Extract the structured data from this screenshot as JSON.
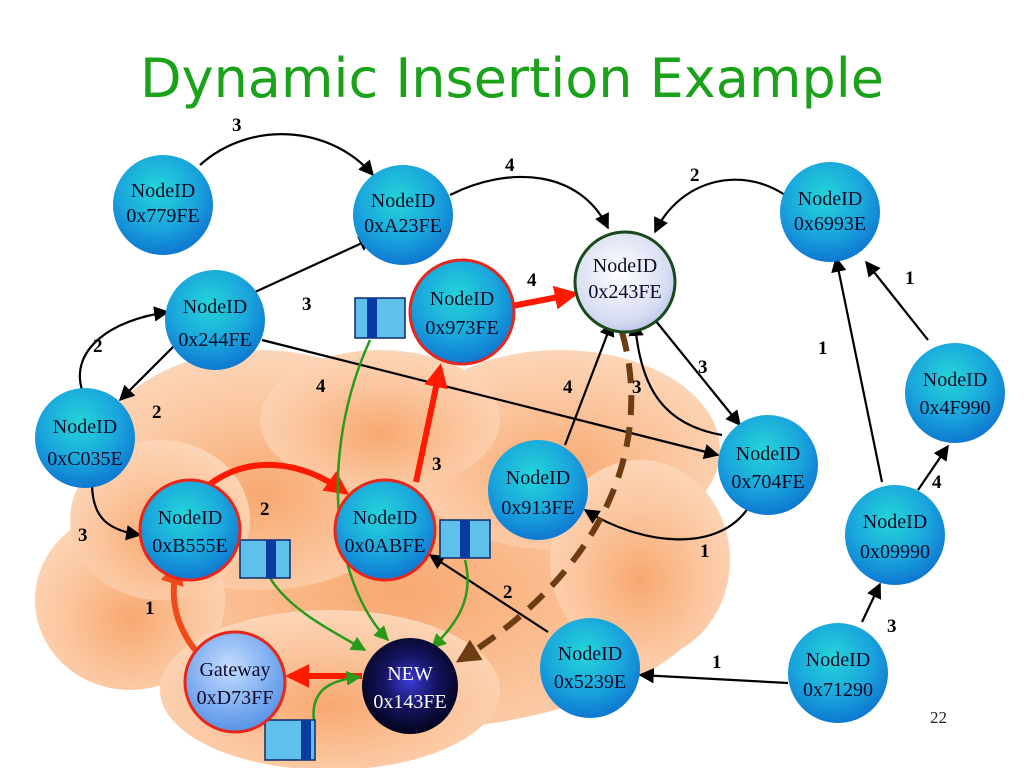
{
  "title": "Dynamic Insertion Example",
  "page_number": "22",
  "colors": {
    "node_fill": "#1ea7dc",
    "new_node_fill": "#10103a",
    "target_node_fill": "#dfe4f6",
    "red_border": "#e8261b",
    "black_arrow": "#000000",
    "red_arrow": "#ff1a00",
    "green_arrow": "#2a9a1a",
    "brown_dashed_arrow": "#6e3c12",
    "cloud": "#fbc9a1",
    "title": "#1aa21a"
  },
  "nodes": [
    {
      "id": "n779",
      "line1": "NodeID",
      "line2": "0x779FE",
      "style": "blue"
    },
    {
      "id": "nA23",
      "line1": "NodeID",
      "line2": "0xA23FE",
      "style": "blue"
    },
    {
      "id": "n243",
      "line1": "NodeID",
      "line2": "0x243FE",
      "style": "target"
    },
    {
      "id": "n6993",
      "line1": "NodeID",
      "line2": "0x6993E",
      "style": "blue"
    },
    {
      "id": "n244",
      "line1": "NodeID",
      "line2": "0x244FE",
      "style": "blue"
    },
    {
      "id": "n973",
      "line1": "NodeID",
      "line2": "0x973FE",
      "style": "blue-red"
    },
    {
      "id": "nC035",
      "line1": "NodeID",
      "line2": "0xC035E",
      "style": "blue"
    },
    {
      "id": "n4F990",
      "line1": "NodeID",
      "line2": "0x4F990",
      "style": "blue"
    },
    {
      "id": "n704",
      "line1": "NodeID",
      "line2": "0x704FE",
      "style": "blue"
    },
    {
      "id": "n913",
      "line1": "NodeID",
      "line2": "0x913FE",
      "style": "blue"
    },
    {
      "id": "nB555",
      "line1": "NodeID",
      "line2": "0xB555E",
      "style": "blue-red"
    },
    {
      "id": "n0ABF",
      "line1": "NodeID",
      "line2": "0x0ABFE",
      "style": "blue-red"
    },
    {
      "id": "n09990",
      "line1": "NodeID",
      "line2": "0x09990",
      "style": "blue"
    },
    {
      "id": "nGW",
      "line1": "Gateway",
      "line2": "0xD73FF",
      "style": "gateway"
    },
    {
      "id": "nNEW",
      "line1": "NEW",
      "line2": "0x143FE",
      "style": "new"
    },
    {
      "id": "n5239",
      "line1": "NodeID",
      "line2": "0x5239E",
      "style": "blue"
    },
    {
      "id": "n71290",
      "line1": "NodeID",
      "line2": "0x71290",
      "style": "blue"
    }
  ],
  "edges": [
    {
      "from": "n779",
      "to": "nA23",
      "kind": "black"
    },
    {
      "from": "nA23",
      "to": "n243",
      "kind": "black"
    },
    {
      "from": "n6993",
      "to": "n243",
      "kind": "black"
    },
    {
      "from": "n244",
      "to": "nA23",
      "kind": "black"
    },
    {
      "from": "nC035",
      "to": "n244",
      "kind": "black"
    },
    {
      "from": "n244",
      "to": "nC035",
      "kind": "black"
    },
    {
      "from": "n244",
      "to": "n704",
      "kind": "black"
    },
    {
      "from": "nC035",
      "to": "nB555",
      "kind": "black"
    },
    {
      "from": "n973",
      "to": "n243",
      "kind": "red"
    },
    {
      "from": "n0ABF",
      "to": "n973",
      "kind": "red"
    },
    {
      "from": "nB555",
      "to": "n0ABF",
      "kind": "red"
    },
    {
      "from": "nGW",
      "to": "nB555",
      "kind": "red"
    },
    {
      "from": "nNEW",
      "to": "nGW",
      "kind": "red"
    },
    {
      "from": "n913",
      "to": "n243",
      "kind": "black"
    },
    {
      "from": "n243",
      "to": "n704",
      "kind": "black"
    },
    {
      "from": "n704",
      "to": "n243",
      "kind": "black"
    },
    {
      "from": "n704",
      "to": "n913",
      "kind": "black"
    },
    {
      "from": "n5239",
      "to": "n0ABF",
      "kind": "black"
    },
    {
      "from": "n71290",
      "to": "n5239",
      "kind": "black"
    },
    {
      "from": "n71290",
      "to": "n09990",
      "kind": "black"
    },
    {
      "from": "n09990",
      "to": "n4F990",
      "kind": "black"
    },
    {
      "from": "n09990",
      "to": "n6993",
      "kind": "black"
    },
    {
      "from": "n4F990",
      "to": "n6993",
      "kind": "black"
    },
    {
      "from": "n243",
      "to": "nNEW",
      "kind": "brown-dashed"
    },
    {
      "from": "msg973",
      "to": "nNEW",
      "kind": "green"
    },
    {
      "from": "msgB555",
      "to": "nNEW",
      "kind": "green"
    },
    {
      "from": "msg0ABF",
      "to": "nNEW",
      "kind": "green"
    },
    {
      "from": "msgGW",
      "to": "nNEW",
      "kind": "green"
    }
  ],
  "edge_labels": [
    "3",
    "4",
    "2",
    "3",
    "4",
    "2",
    "2",
    "1",
    "1",
    "4",
    "3",
    "3",
    "3",
    "2",
    "4",
    "3",
    "2",
    "1",
    "1",
    "1",
    "3"
  ],
  "message_icons": [
    "msg973",
    "msgB555",
    "msg0ABF",
    "msgGW"
  ]
}
